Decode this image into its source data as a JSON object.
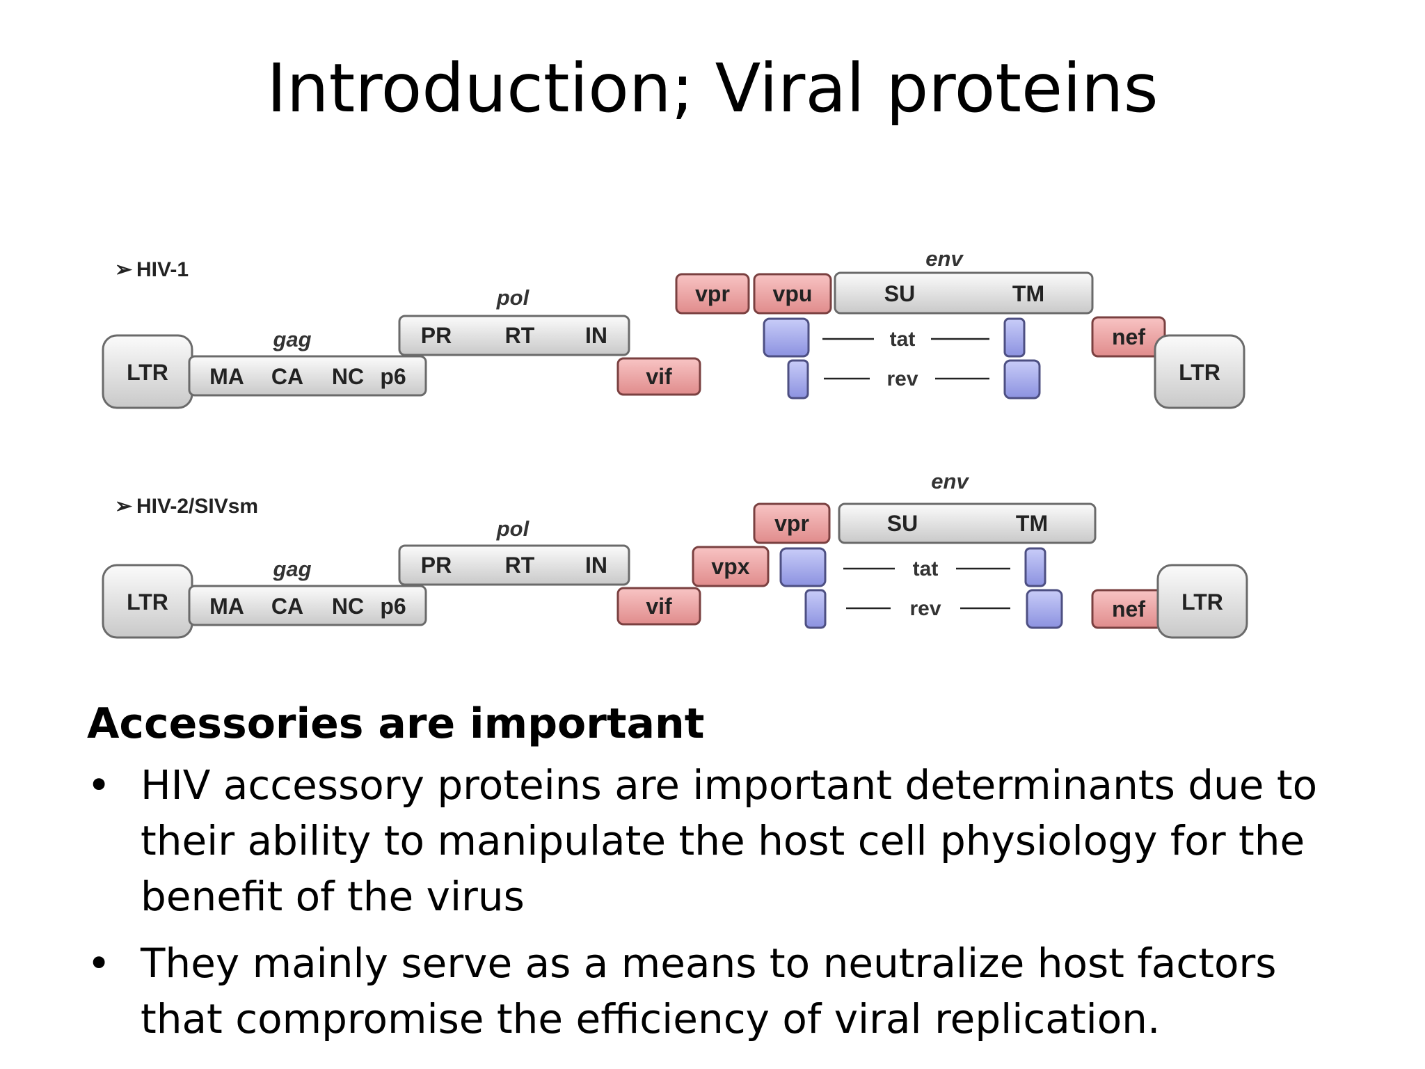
{
  "title": "Introduction; Viral proteins",
  "diagram": {
    "hiv1": {
      "label": "HIV-1",
      "genes": {
        "gag": "gag",
        "pol": "pol",
        "env": "env"
      },
      "boxes": {
        "ltr_left": "LTR",
        "ma": "MA",
        "ca": "CA",
        "nc": "NC",
        "p6": "p6",
        "pr": "PR",
        "rt": "RT",
        "in": "IN",
        "vif": "vif",
        "vpr": "vpr",
        "vpu": "vpu",
        "su": "SU",
        "tm": "TM",
        "tat": "tat",
        "rev": "rev",
        "nef": "nef",
        "ltr_right": "LTR"
      }
    },
    "hiv2": {
      "label": "HIV-2/SIVsm",
      "genes": {
        "gag": "gag",
        "pol": "pol",
        "env": "env"
      },
      "boxes": {
        "ltr_left": "LTR",
        "ma": "MA",
        "ca": "CA",
        "nc": "NC",
        "p6": "p6",
        "pr": "PR",
        "rt": "RT",
        "in": "IN",
        "vif": "vif",
        "vpx": "vpx",
        "vpr": "vpr",
        "su": "SU",
        "tm": "TM",
        "tat": "tat",
        "rev": "rev",
        "nef": "nef",
        "ltr_right": "LTR"
      }
    },
    "colors": {
      "structural": "#e6e6e6",
      "accessory": "#f2a6a6",
      "regulatory": "#aab0f0"
    }
  },
  "content": {
    "heading": "Accessories are important",
    "bullet_symbol": "•",
    "bullets": [
      "HIV accessory proteins are important determinants due to their ability to manipulate the host cell physiology for the benefit of the virus",
      "They mainly serve as a means to neutralize host factors that compromise the efficiency of viral replication."
    ]
  }
}
